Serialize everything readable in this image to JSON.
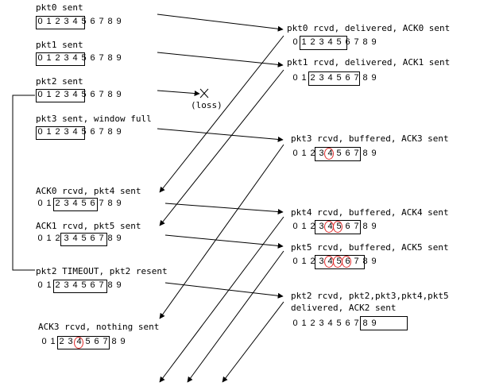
{
  "colors": {
    "line": "#000000",
    "circle": "#e03030"
  },
  "digits": [
    "0",
    "1",
    "2",
    "3",
    "4",
    "5",
    "6",
    "7",
    "8",
    "9"
  ],
  "sender": {
    "e1": "pkt0 sent",
    "e2": "pkt1 sent",
    "e3": "pkt2 sent",
    "e4": "pkt3 sent, window full",
    "e5": "ACK0 rcvd, pkt4 sent",
    "e6": "ACK1 rcvd, pkt5 sent",
    "e7": "pkt2 TIMEOUT, pkt2 resent",
    "e8": "ACK3 rcvd, nothing sent"
  },
  "receiver": {
    "e1": "pkt0 rcvd, delivered, ACK0 sent",
    "e2": "pkt1 rcvd, delivered, ACK1 sent",
    "e3": "pkt3 rcvd, buffered, ACK3 sent",
    "e4": "pkt4 rcvd, buffered, ACK4 sent",
    "e5": "pkt5 rcvd, buffered, ACK5 sent",
    "e6a": "pkt2 rcvd, pkt2,pkt3,pkt4,pkt5",
    "e6b": "delivered, ACK2 sent"
  },
  "loss_label": "(loss)"
}
